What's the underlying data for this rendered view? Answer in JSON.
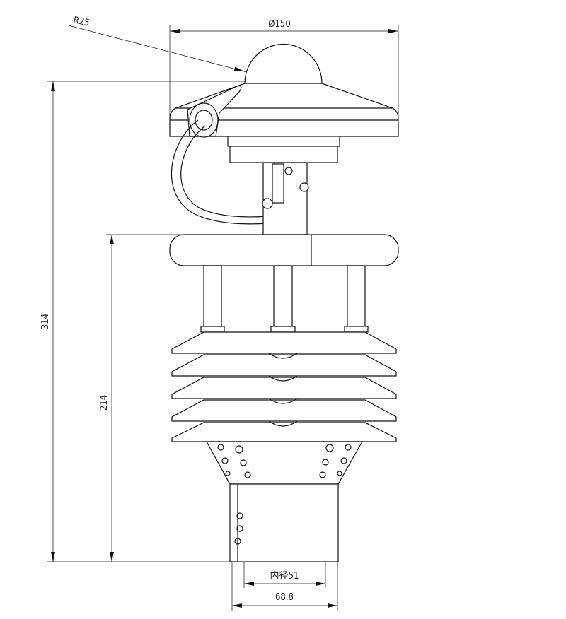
{
  "dimensions": {
    "radius_label": "R25",
    "diameter_label": "Ø150",
    "total_height_label": "314",
    "lower_height_label": "214",
    "inner_diameter_label": "内径51",
    "outer_diameter_label": "68.8"
  },
  "colors": {
    "line": "#111111",
    "background": "#ffffff"
  }
}
